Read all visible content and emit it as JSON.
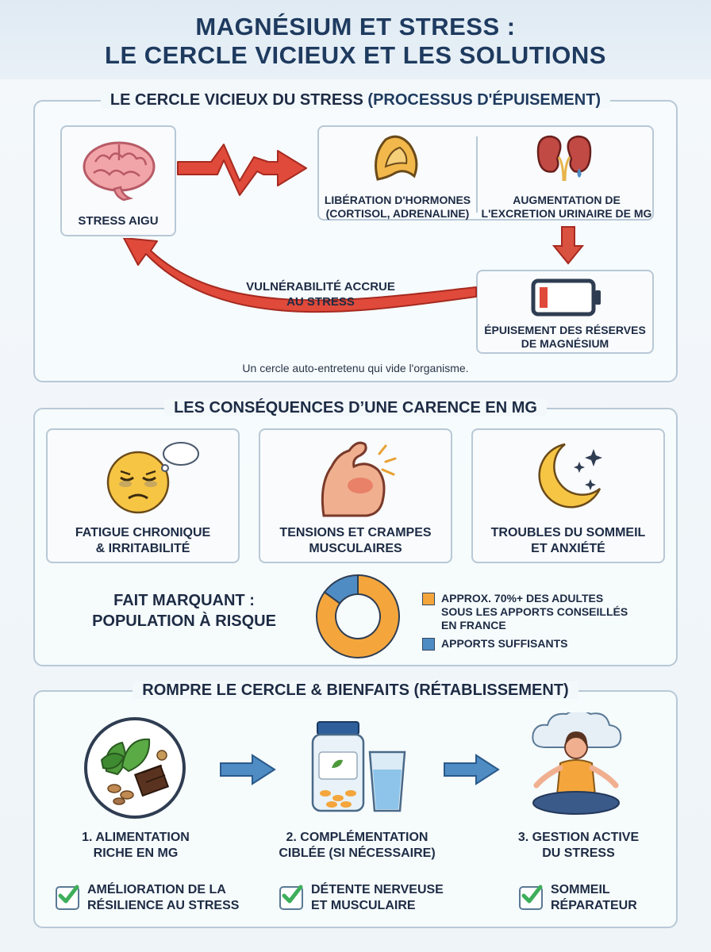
{
  "header": {
    "title_line1": "MAGNÉSIUM ET STRESS :",
    "title_line2": "LE CERCLE VICIEUX ET LES SOLUTIONS"
  },
  "cycle": {
    "title_main": "LE CERCLE VICIEUX DU STRESS",
    "title_sub": "(PROCESSUS D'ÉPUISEMENT)",
    "stress_label": "STRESS AIGU",
    "hormones_line1": "LIBÉRATION D'HORMONES",
    "hormones_line2": "(CORTISOL, ADRENALINE)",
    "excretion_line1": "AUGMENTATION DE",
    "excretion_line2": "L'EXCRETION URINAIRE DE MG",
    "depletion_line1": "ÉPUISEMENT DES RÉSERVES",
    "depletion_line2": "DE MAGNÉSIUM",
    "vulnerability_line1": "VULNÉRABILITÉ ACCRUE",
    "vulnerability_line2": "AU STRESS",
    "caption": "Un cercle auto-entretenu qui vide l'organisme."
  },
  "consequences": {
    "title": "LES CONSÉQUENCES D’UNE CARENCE EN MG",
    "cards": [
      {
        "line1": "FATIGUE CHRONIQUE",
        "line2": "& IRRITABILITÉ",
        "icon": "tired-face-icon"
      },
      {
        "line1": "TENSIONS ET CRAMPES",
        "line2": "MUSCULAIRES",
        "icon": "muscle-arm-icon"
      },
      {
        "line1": "TROUBLES DU SOMMEIL",
        "line2": "ET ANXIÉTÉ",
        "icon": "moon-stars-icon"
      }
    ],
    "fact_line1": "FAIT MARQUANT :",
    "fact_line2": "POPULATION À RISQUE"
  },
  "chart_data": {
    "type": "pie",
    "style": "donut",
    "series": [
      {
        "name": "APPROX. 70%+ DES ADULTES SOUS LES APPORTS CONSEILLÉS EN FRANCE",
        "value": 85,
        "color": "#f4a63c"
      },
      {
        "name": "APPORTS SUFFISANTS",
        "value": 15,
        "color": "#4f8cc4"
      }
    ],
    "legend": [
      {
        "line1": "APPROX. 70%+ DES ADULTES",
        "line2": "SOUS LES APPORTS CONSEILLÉS",
        "line3": "EN FRANCE",
        "color": "#f4a63c"
      },
      {
        "line1": "APPORTS SUFFISANTS",
        "color": "#4f8cc4"
      }
    ],
    "legend_position": "right"
  },
  "solutions": {
    "title": "ROMPRE LE CERCLE & BIENFAITS (RÉTABLISSEMENT)",
    "steps": [
      {
        "line1": "1. ALIMENTATION",
        "line2": "RICHE EN MG",
        "icon": "food-plate-icon"
      },
      {
        "line1": "2. COMPLÉMENTATION",
        "line2": "CIBLÉE (SI NÉCESSAIRE)",
        "icon": "supplement-jar-icon"
      },
      {
        "line1": "3. GESTION ACTIVE",
        "line2": "DU STRESS",
        "icon": "meditation-icon"
      }
    ],
    "benefits": [
      {
        "line1": "AMÉLIORATION DE LA",
        "line2": "RÉSILIENCE AU STRESS"
      },
      {
        "line1": "DÉTENTE NERVEUSE",
        "line2": "ET MUSCULAIRE"
      },
      {
        "line1": "SOMMEIL",
        "line2": "RÉPARATEUR"
      }
    ]
  },
  "colors": {
    "accent_red": "#e04a3a",
    "accent_blue": "#4f8cc4",
    "accent_orange": "#f4a63c",
    "check_green": "#3fae5b",
    "title_navy": "#1e3a5f"
  }
}
